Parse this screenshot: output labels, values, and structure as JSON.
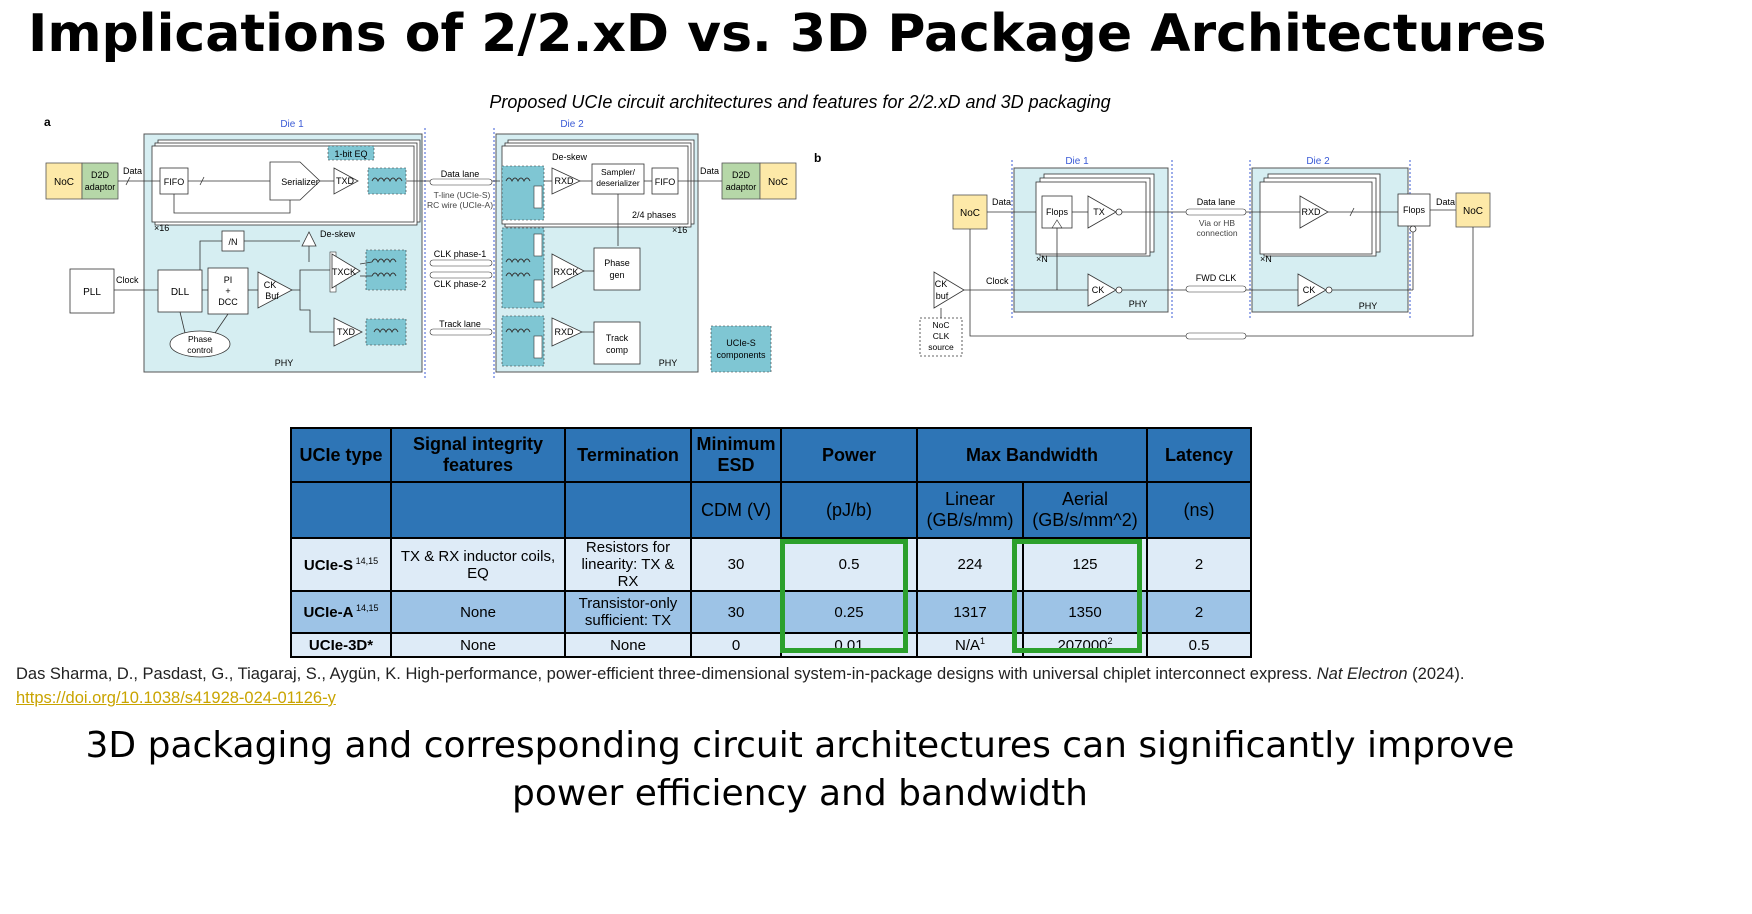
{
  "slide": {
    "title": "Implications of 2/2.xD vs. 3D Package Architectures",
    "caption": "Proposed UCIe circuit architectures and features for 2/2.xD and 3D packaging",
    "reference_text": "Das Sharma, D., Pasdast, G., Tiagaraj, S., Aygün, K. High-performance, power-efficient three-dimensional system-in-package designs with universal chiplet interconnect express.",
    "reference_journal": "Nat Electron",
    "reference_year": " (2024). ",
    "reference_link": "https://doi.org/10.1038/s41928-024-01126-y",
    "conclusion_line1": "3D packaging and corresponding circuit architectures can significantly improve",
    "conclusion_line2": "power efficiency and bandwidth"
  },
  "diagram_a": {
    "panel_label": "a",
    "die1": "Die 1",
    "die2": "Die 2",
    "noc": "NoC",
    "d2d_line1": "D2D",
    "d2d_line2": "adaptor",
    "data": "Data",
    "fifo": "FIFO",
    "serializer": "Serializer",
    "eq": "1-bit EQ",
    "txd": "TXD",
    "x16": "×16",
    "div_n": "/N",
    "deskew": "De-skew",
    "pll": "PLL",
    "clock": "Clock",
    "dll": "DLL",
    "pi": "PI",
    "plus": "+",
    "dcc": "DCC",
    "ck": "CK",
    "buf": "Buf",
    "txck": "TXCK",
    "phase_line1": "Phase",
    "phase_line2": "control",
    "phy": "PHY",
    "data_lane": "Data lane",
    "tline": "T-line (UCIe-S)",
    "rcwire": "RC wire (UCIe-A)",
    "clk1": "CLK phase-1",
    "clk2": "CLK phase-2",
    "track_lane": "Track lane",
    "rxd": "RXD",
    "sampler_line1": "Sampler/",
    "sampler_line2": "deserializer",
    "phases": "2/4 phases",
    "rxck": "RXCK",
    "phasegen_line1": "Phase",
    "phasegen_line2": "gen",
    "track_line1": "Track",
    "track_line2": "comp",
    "legend_line1": "UCIe-S",
    "legend_line2": "components"
  },
  "diagram_b": {
    "panel_label": "b",
    "die1": "Die 1",
    "die2": "Die 2",
    "noc": "NoC",
    "data": "Data",
    "flops": "Flops",
    "tx": "TX",
    "xn": "×N",
    "data_lane": "Data lane",
    "via_line1": "Via or HB",
    "via_line2": "connection",
    "rxd": "RXD",
    "ck_buf_line1": "CK",
    "ck_buf_line2": "buf",
    "clock": "Clock",
    "ck": "CK",
    "phy": "PHY",
    "fwd_clk": "FWD CLK",
    "noc_clk_line1": "NoC",
    "noc_clk_line2": "CLK",
    "noc_clk_line3": "source"
  },
  "table": {
    "headers": [
      "UCIe type",
      "Signal integrity features",
      "Termination",
      "Minimum ESD",
      "Power",
      "Max Bandwidth",
      "Latency"
    ],
    "units": [
      "",
      "",
      "",
      "CDM (V)",
      "(pJ/b)",
      "Linear (GB/s/mm)",
      "Aerial (GB/s/mm^2)",
      "(ns)"
    ],
    "rows": [
      {
        "type": "UCIe-S",
        "sup": " 14,15",
        "si": "TX & RX inductor coils, EQ",
        "term": "Resistors for linearity: TX & RX",
        "esd": "30",
        "power": "0.5",
        "linear": "224",
        "aerial": "125",
        "aerial_sup": "",
        "linear_sup": "",
        "latency": "2"
      },
      {
        "type": "UCIe-A",
        "sup": " 14,15",
        "si": "None",
        "term": "Transistor-only sufficient: TX",
        "esd": "30",
        "power": "0.25",
        "linear": "1317",
        "aerial": "1350",
        "aerial_sup": "",
        "linear_sup": "",
        "latency": "2"
      },
      {
        "type": "UCIe-3D*",
        "sup": "",
        "si": "None",
        "term": "None",
        "esd": "0",
        "power": "0.01",
        "linear": "N/A",
        "linear_sup": "1",
        "aerial": "207000",
        "aerial_sup": "2",
        "latency": "0.5"
      }
    ],
    "highlight_color": "#2ca02c"
  }
}
